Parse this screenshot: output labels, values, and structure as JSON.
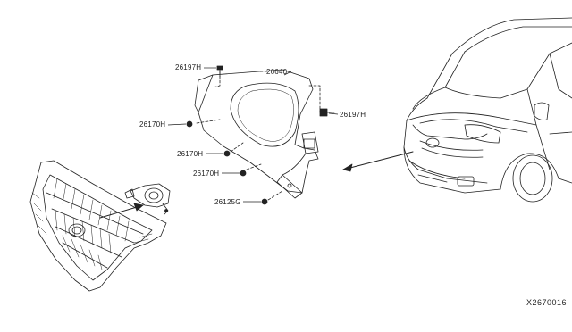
{
  "labels": {
    "l26197H_top": "26197H",
    "l26640": "26640",
    "l26197H_right": "26197H",
    "l26170H_a": "26170H",
    "l26170H_b": "26170H",
    "l26170H_c": "26170H",
    "l26125G": "26125G"
  },
  "diagram_code": "X2670016",
  "colors": {
    "line": "#222222",
    "background": "#ffffff"
  }
}
